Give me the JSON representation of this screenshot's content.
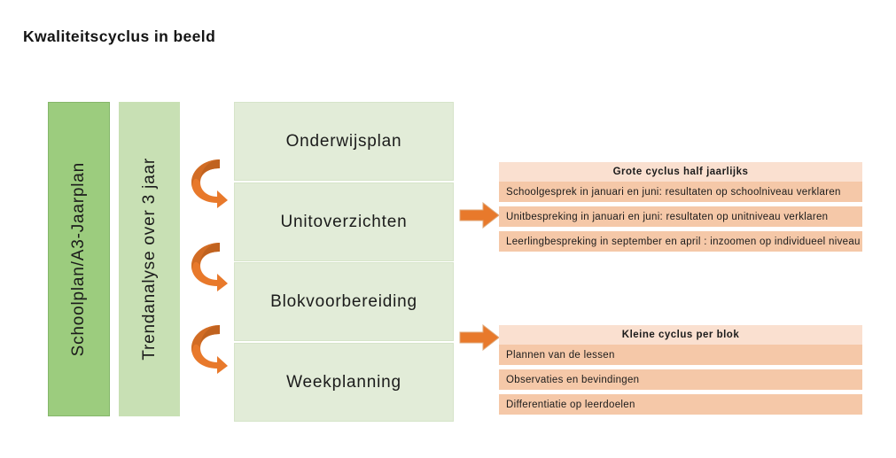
{
  "page": {
    "title": "Kwaliteitscyclus in beeld",
    "background": "#ffffff"
  },
  "colors": {
    "green_dark": "#9ccc7e",
    "green_mid": "#c8e0b4",
    "green_pale": "#e2ecd8",
    "orange_arrow": "#e8792b",
    "orange_arrow_dark": "#c0631f",
    "peach_header": "#fae0d0",
    "peach_row": "#f5c8a8",
    "text": "#1b1b1b"
  },
  "columns": [
    {
      "label": "Schoolplan/A3-Jaarplan",
      "color": "#9ccc7e"
    },
    {
      "label": "Trendanalyse over 3 jaar",
      "color": "#c8e0b4"
    }
  ],
  "stages": [
    {
      "label": "Onderwijsplan"
    },
    {
      "label": "Unitoverzichten"
    },
    {
      "label": "Blokvoorbereiding"
    },
    {
      "label": "Weekplanning"
    }
  ],
  "curved_arrows": [
    {
      "name": "curved-arrow-onderwijsplan-to-unitoverzichten"
    },
    {
      "name": "curved-arrow-unitoverzichten-to-blokvoorbereiding"
    },
    {
      "name": "curved-arrow-blokvoorbereiding-to-weekplanning"
    }
  ],
  "block_arrows": [
    {
      "name": "block-arrow-to-grote-cyclus"
    },
    {
      "name": "block-arrow-to-kleine-cyclus"
    }
  ],
  "panels": [
    {
      "header": "Grote cyclus half jaarlijks",
      "rows": [
        "Schoolgesprek in januari en juni: resultaten op schoolniveau verklaren",
        "Unitbespreking in januari en juni: resultaten op unitniveau verklaren",
        "Leerlingbespreking in september en april : inzoomen op individueel niveau"
      ]
    },
    {
      "header": "Kleine cyclus per blok",
      "rows": [
        "Plannen van de lessen",
        "Observaties en bevindingen",
        "Differentiatie op leerdoelen"
      ]
    }
  ]
}
